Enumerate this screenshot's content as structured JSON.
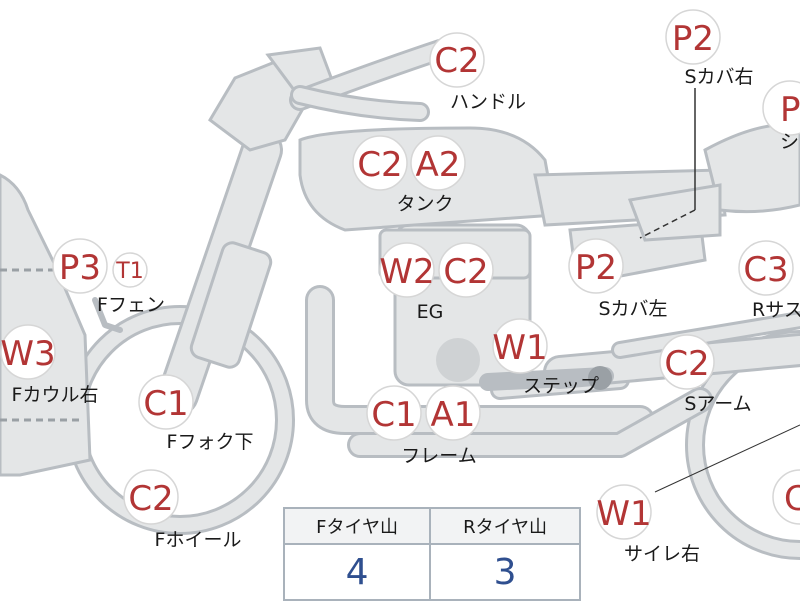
{
  "parts": [
    {
      "id": "handle",
      "codes": [
        "C2"
      ],
      "label": "ハンドル"
    },
    {
      "id": "tank",
      "codes": [
        "C2",
        "A2"
      ],
      "label": "タンク"
    },
    {
      "id": "eg",
      "codes": [
        "W2",
        "C2"
      ],
      "label": "EG"
    },
    {
      "id": "step",
      "codes": [
        "W1"
      ],
      "label": "ステップ"
    },
    {
      "id": "frame",
      "codes": [
        "C1",
        "A1"
      ],
      "label": "フレーム"
    },
    {
      "id": "f-fender",
      "codes": [
        "P3",
        "T1"
      ],
      "label": "Fフェン"
    },
    {
      "id": "f-cowl-right",
      "codes": [
        "W3"
      ],
      "label": "Fカウル右"
    },
    {
      "id": "f-fork-lower",
      "codes": [
        "C1"
      ],
      "label": "Fフォク下"
    },
    {
      "id": "f-wheel",
      "codes": [
        "C2"
      ],
      "label": "Fホイール"
    },
    {
      "id": "s-cover-right",
      "codes": [
        "P2"
      ],
      "label": "Sカバ右"
    },
    {
      "id": "seat",
      "codes": [
        "P"
      ],
      "label": "シ"
    },
    {
      "id": "s-cover-left",
      "codes": [
        "P2"
      ],
      "label": "Sカバ左"
    },
    {
      "id": "r-sus",
      "codes": [
        "C3"
      ],
      "label": "Rサス"
    },
    {
      "id": "swing-arm",
      "codes": [
        "C2"
      ],
      "label": "Sアーム"
    },
    {
      "id": "silencer-right",
      "codes": [
        "W1"
      ],
      "label": "サイレ右"
    },
    {
      "id": "r-wheel",
      "codes": [
        "C"
      ],
      "label": ""
    }
  ],
  "tire_table": {
    "headers": [
      "Fタイヤ山",
      "Rタイヤ山"
    ],
    "values": [
      "4",
      "3"
    ]
  },
  "colors": {
    "code_text": "#b23535",
    "value_text": "#2f4f8f",
    "part_fill": "#e4e6e7",
    "part_outline": "#b8bdc2"
  }
}
